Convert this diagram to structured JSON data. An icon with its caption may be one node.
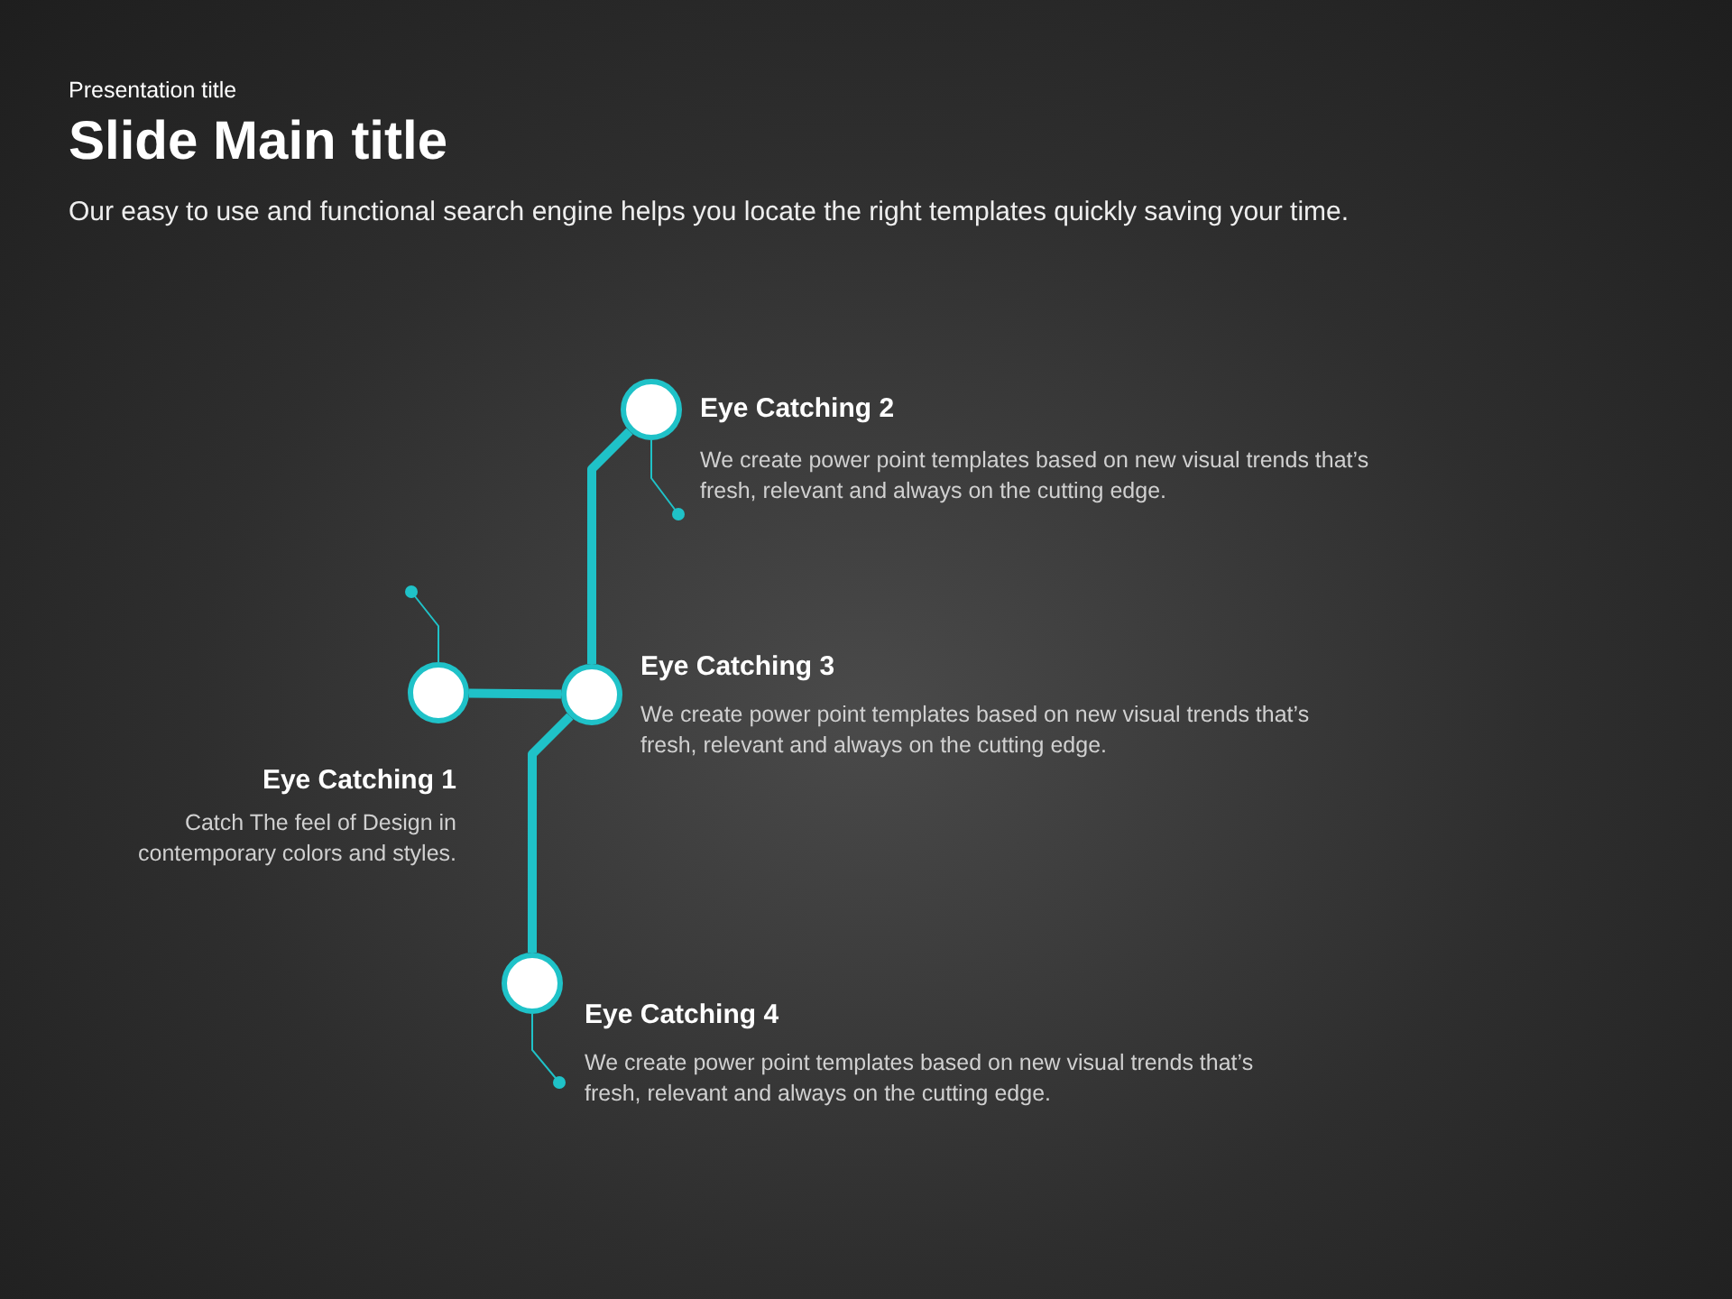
{
  "diagram": {
    "title": "Slide Main title",
    "nodes": [
      {
        "text": [],
        "shape": "circle",
        "beside": [
          "Eye Catching 1",
          "Catch The feel of Design in contemporary colors and styles."
        ]
      },
      {
        "text": [],
        "shape": "circle",
        "beside": [
          "Eye Catching 2",
          "We create power point templates based on new visual trends that’s fresh, relevant and always on the cutting edge."
        ]
      },
      {
        "text": [],
        "shape": "circle",
        "beside": [
          "Eye Catching 3",
          "We create power point templates based on new visual trends that’s fresh, relevant and always on the cutting edge."
        ]
      },
      {
        "text": [],
        "shape": "circle",
        "beside": [
          "Eye Catching 4",
          "We create power point templates based on new visual trends that’s fresh, relevant and always on the cutting edge."
        ]
      }
    ],
    "edges": [
      {
        "from": 0,
        "to": 2,
        "arrow": "none"
      },
      {
        "from": 1,
        "to": 2,
        "arrow": "none"
      },
      {
        "from": 2,
        "to": 3,
        "arrow": "none"
      }
    ],
    "labels": [
      "Presentation title",
      "Our easy to use and functional search engine helps you locate the right templates quickly saving your time."
    ]
  }
}
